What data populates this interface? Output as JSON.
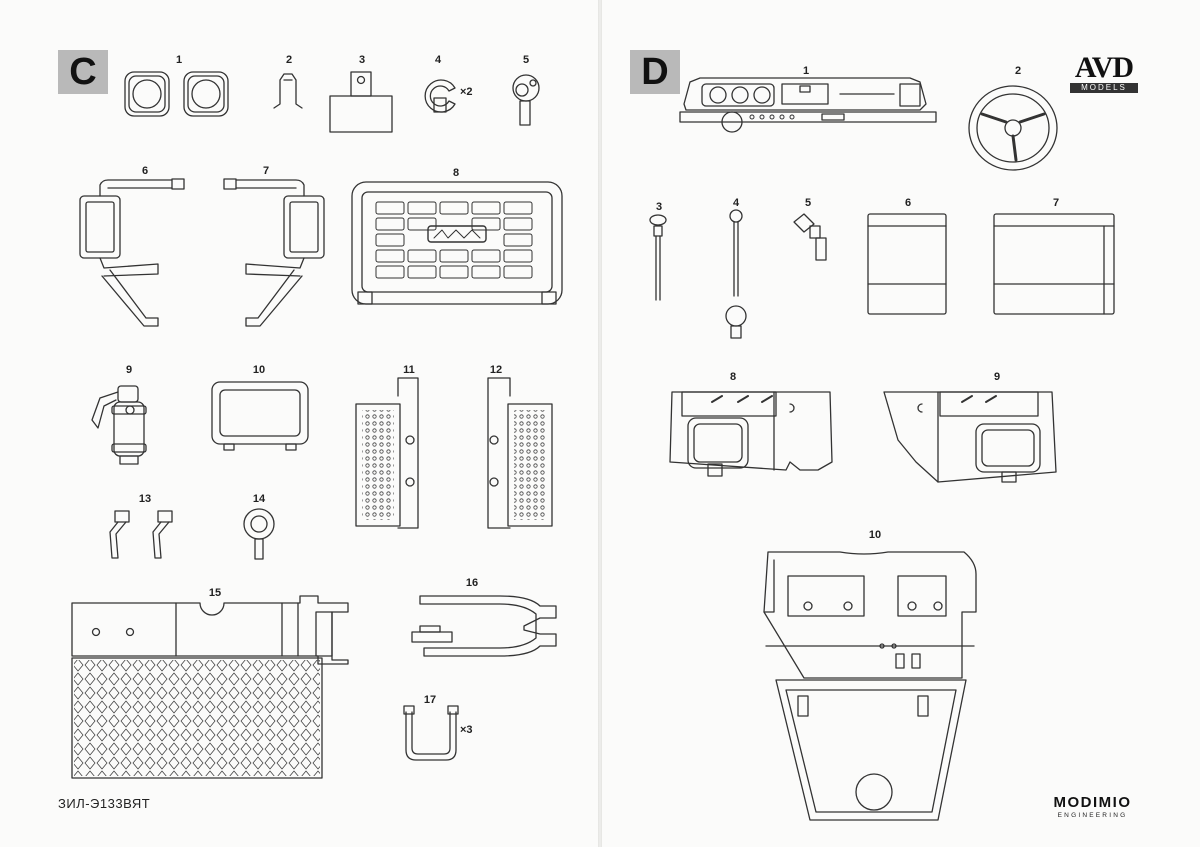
{
  "left_page": {
    "section_letter": "C",
    "part_numbers": [
      "1",
      "2",
      "3",
      "4",
      "5",
      "6",
      "7",
      "8",
      "9",
      "10",
      "11",
      "12",
      "13",
      "14",
      "15",
      "16",
      "17"
    ],
    "multipliers": {
      "part_4": "×2",
      "part_17": "×3"
    },
    "footer_title": "ЗИЛ-Э133ВЯТ"
  },
  "right_page": {
    "section_letter": "D",
    "part_numbers": [
      "1",
      "2",
      "3",
      "4",
      "5",
      "6",
      "7",
      "8",
      "9",
      "10"
    ]
  },
  "brands": {
    "avd_main": "AVD",
    "avd_sub": "MODELS",
    "modimio_main": "MODIMIO",
    "modimio_sub": "ENGINEERING"
  },
  "colors": {
    "line": "#333333",
    "label_box": "#b9b9b9"
  }
}
